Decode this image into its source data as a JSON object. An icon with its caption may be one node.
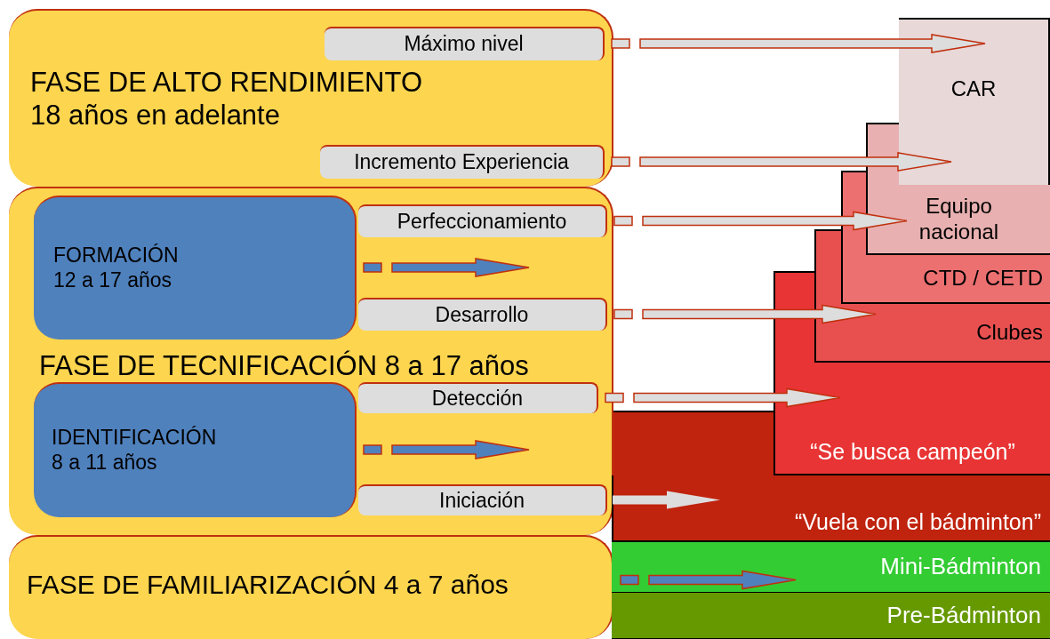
{
  "diagram": {
    "nodes": [
      {
        "text": [
          "FASE DE ALTO RENDIMIENTO",
          "18 años en adelante"
        ]
      },
      {
        "text": [
          "Máximo nivel"
        ],
        "in": 0
      },
      {
        "text": [
          "Incremento Experiencia"
        ],
        "in": 0
      },
      {
        "text": [
          "FASE DE TECNIFICACIÓN 8 a 17 años"
        ]
      },
      {
        "text": [
          "FORMACIÓN",
          "12 a 17 años"
        ],
        "in": 3
      },
      {
        "text": [
          "Perfeccionamiento"
        ],
        "in": 3
      },
      {
        "text": [
          "Desarrollo"
        ],
        "in": 3
      },
      {
        "text": [
          "IDENTIFICACIÓN",
          "8 a 11 años"
        ],
        "in": 3
      },
      {
        "text": [
          "Detección"
        ],
        "in": 3
      },
      {
        "text": [
          "Iniciación"
        ],
        "in": 3
      },
      {
        "text": [
          "FASE DE FAMILIARIZACIÓN 4 a 7 años"
        ]
      },
      {
        "text": [
          "“Vuela con el bádminton”"
        ]
      },
      {
        "text": [
          "“Se busca campeón”"
        ]
      },
      {
        "text": [
          "Clubes"
        ]
      },
      {
        "text": [
          "CTD / CETD"
        ]
      },
      {
        "text": [
          "Equipo nacional"
        ]
      },
      {
        "text": [
          "CAR"
        ]
      },
      {
        "text": [
          "Mini-Bádminton"
        ]
      },
      {
        "text": [
          "Pre-Bádminton"
        ]
      }
    ],
    "edges": [
      {
        "from": 1,
        "to": 16,
        "arrow": "to",
        "style": "dashed"
      },
      {
        "from": 2,
        "to": 16,
        "arrow": "to",
        "style": "dashed"
      },
      {
        "from": 5,
        "to": 15,
        "arrow": "to",
        "style": "dashed"
      },
      {
        "from": 6,
        "to": 13,
        "arrow": "to",
        "style": "dashed"
      },
      {
        "from": 8,
        "to": 12,
        "arrow": "to",
        "style": "dashed"
      },
      {
        "from": 9,
        "to": 11,
        "arrow": "to"
      },
      {
        "from": 4,
        "to": null,
        "arrow": "to",
        "style": "dashed",
        "color": "#4f81bd"
      },
      {
        "from": 7,
        "to": null,
        "arrow": "to",
        "style": "dashed",
        "color": "#4f81bd"
      },
      {
        "from": 10,
        "to": null,
        "arrow": "to",
        "style": "dashed",
        "color": "#4f81bd"
      }
    ]
  }
}
